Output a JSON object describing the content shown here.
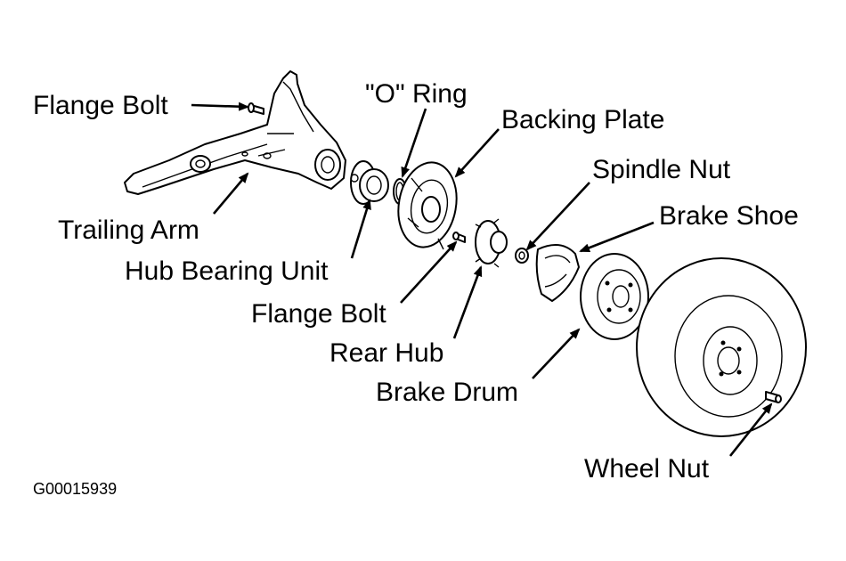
{
  "labels": {
    "flange_bolt_top": "Flange Bolt",
    "o_ring": "\"O\" Ring",
    "backing_plate": "Backing Plate",
    "spindle_nut": "Spindle Nut",
    "brake_shoe": "Brake Shoe",
    "trailing_arm": "Trailing Arm",
    "hub_bearing_unit": "Hub Bearing Unit",
    "flange_bolt_lower": "Flange Bolt",
    "rear_hub": "Rear Hub",
    "brake_drum": "Brake Drum",
    "wheel_nut": "Wheel Nut"
  },
  "figure_id": "G00015939",
  "colors": {
    "line": "#000000",
    "background": "#ffffff"
  }
}
